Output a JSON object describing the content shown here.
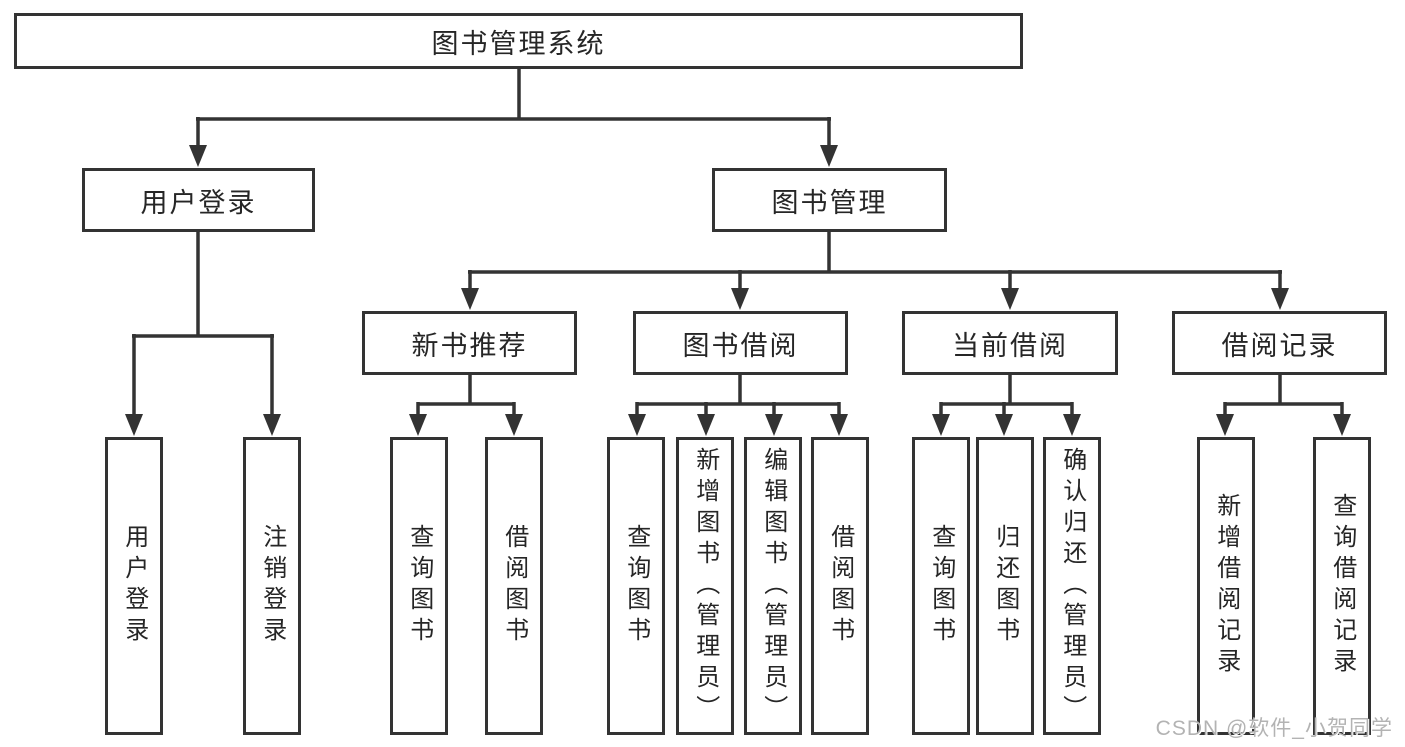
{
  "page": {
    "background": "#ffffff"
  },
  "diagram": {
    "type": "hierarchy-tree",
    "root": {
      "label": "图书管理系统"
    },
    "branches": [
      {
        "label": "用户登录",
        "children": [
          {
            "label": "用户登录"
          },
          {
            "label": "注销登录"
          }
        ]
      },
      {
        "label": "图书管理",
        "children": [
          {
            "label": "新书推荐",
            "children": [
              {
                "label": "查询图书"
              },
              {
                "label": "借阅图书"
              }
            ]
          },
          {
            "label": "图书借阅",
            "children": [
              {
                "label": "查询图书"
              },
              {
                "label": "新增图书（管理员）"
              },
              {
                "label": "编辑图书（管理员）"
              },
              {
                "label": "借阅图书"
              }
            ]
          },
          {
            "label": "当前借阅",
            "children": [
              {
                "label": "查询图书"
              },
              {
                "label": "归还图书"
              },
              {
                "label": "确认归还（管理员）"
              }
            ]
          },
          {
            "label": "借阅记录",
            "children": [
              {
                "label": "新增借阅记录"
              },
              {
                "label": "查询借阅记录"
              }
            ]
          }
        ]
      }
    ],
    "colors": {
      "line": "#333333",
      "box_border": "#333333",
      "box_fill": "#ffffff",
      "text": "#262626"
    }
  },
  "watermark": {
    "text": "CSDN @软件_小贺同学",
    "color": "#b3b3b3"
  }
}
